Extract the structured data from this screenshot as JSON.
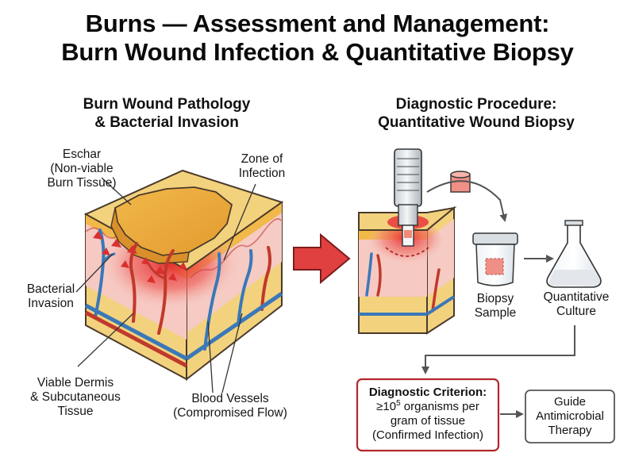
{
  "title": {
    "line1": "Burns — Assessment and Management:",
    "line2": "Burn Wound Infection & Quantitative Biopsy"
  },
  "left_panel": {
    "heading_line1": "Burn Wound Pathology",
    "heading_line2": "& Bacterial Invasion",
    "labels": {
      "eschar": [
        "Eschar",
        "(Non-viable",
        "Burn Tissue)"
      ],
      "zone": [
        "Zone of",
        "Infection"
      ],
      "bacteria": [
        "Bacterial",
        "Invasion"
      ],
      "dermis": [
        "Viable Dermis",
        "& Subcutaneous",
        "Tissue"
      ],
      "vessels": [
        "Blood Vessels",
        "(Compromised Flow)"
      ]
    }
  },
  "right_panel": {
    "heading_line1": "Diagnostic Procedure:",
    "heading_line2": "Quantitative Wound Biopsy",
    "labels": {
      "sample": [
        "Biopsy",
        "Sample"
      ],
      "culture": [
        "Quantitative",
        "Culture"
      ]
    },
    "criterion": {
      "title": "Diagnostic Criterion:",
      "line1_prefix": "≥10",
      "line1_sup": "5",
      "line1_suffix": " organisms per",
      "line2": "gram of tissue",
      "line3": "(Confirmed Infection)"
    },
    "therapy": [
      "Guide",
      "Antimicrobial",
      "Therapy"
    ]
  },
  "colors": {
    "criterion_border": "#b3262b",
    "arrow_red": "#e0403f",
    "eschar": "#e9a93a",
    "fat": "#f3d27e",
    "dermis": "#f6c9c2",
    "infection": "#e8383b",
    "vessel_red": "#c0392b",
    "vessel_blue": "#3a78b8"
  }
}
